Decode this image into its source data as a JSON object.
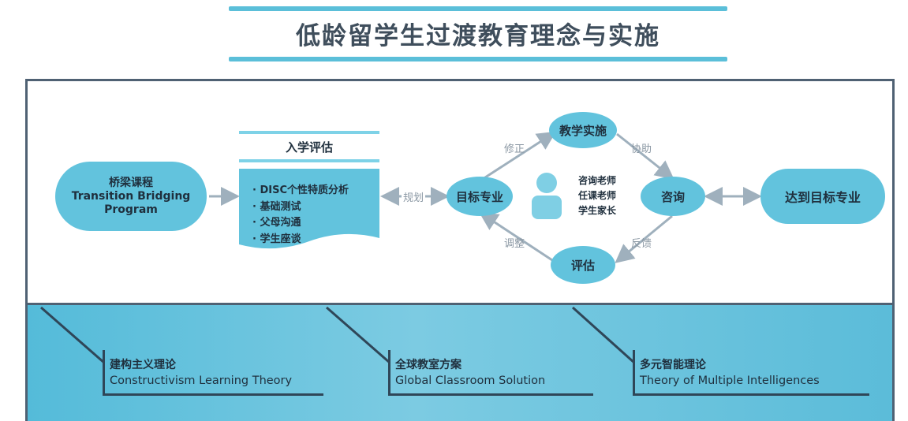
{
  "title": "低龄留学生过渡教育理念与实施",
  "bridge": {
    "cn": "桥梁课程",
    "en1": "Transition Bridging",
    "en2": "Program"
  },
  "assessment": {
    "title": "入学评估",
    "items": [
      "DISC个性特质分析",
      "基础测试",
      "父母沟通",
      "学生座谈"
    ]
  },
  "arrow_label": "规划",
  "cycle": {
    "target_major": "目标专业",
    "teaching": "教学实施",
    "consult": "咨询",
    "evaluate": "评估",
    "labels": {
      "correct": "修正",
      "assist": "协助",
      "adjust": "调整",
      "feedback": "反馈"
    }
  },
  "people": [
    "咨询老师",
    "任课老师",
    "学生家长"
  ],
  "goal": "达到目标专业",
  "theories": [
    {
      "cn": "建构主义理论",
      "en": "Constructivism Learning Theory"
    },
    {
      "cn": "全球教室方案",
      "en": "Global Classroom Solution"
    },
    {
      "cn": "多元智能理论",
      "en": "Theory of Multiple Intelligences"
    }
  ],
  "colors": {
    "accent": "#62c3dd",
    "frame": "#4f6173",
    "band": "#5bbcd9"
  }
}
